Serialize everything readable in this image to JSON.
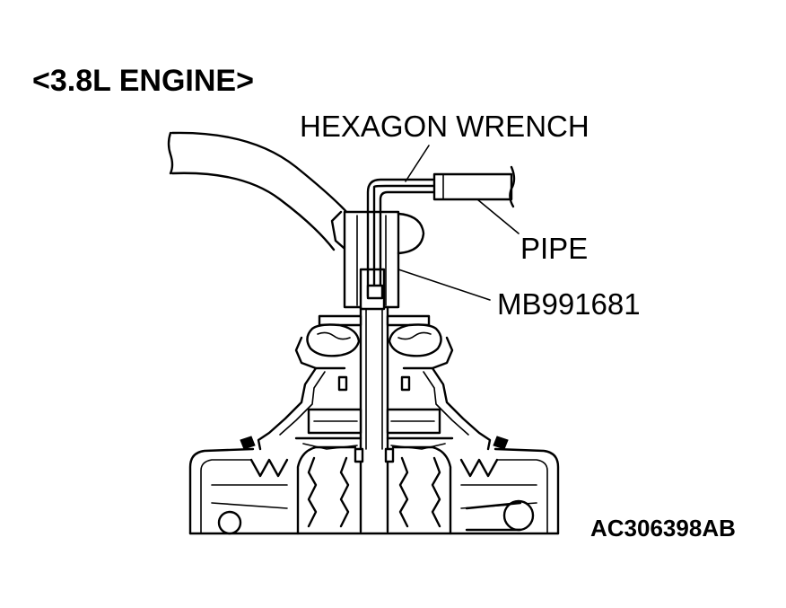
{
  "diagram": {
    "title": "<3.8L ENGINE>",
    "labels": {
      "hexagon_wrench": "HEXAGON WRENCH",
      "pipe": "PIPE",
      "special_tool": "MB991681"
    },
    "figure_id": "AC306398AB"
  }
}
